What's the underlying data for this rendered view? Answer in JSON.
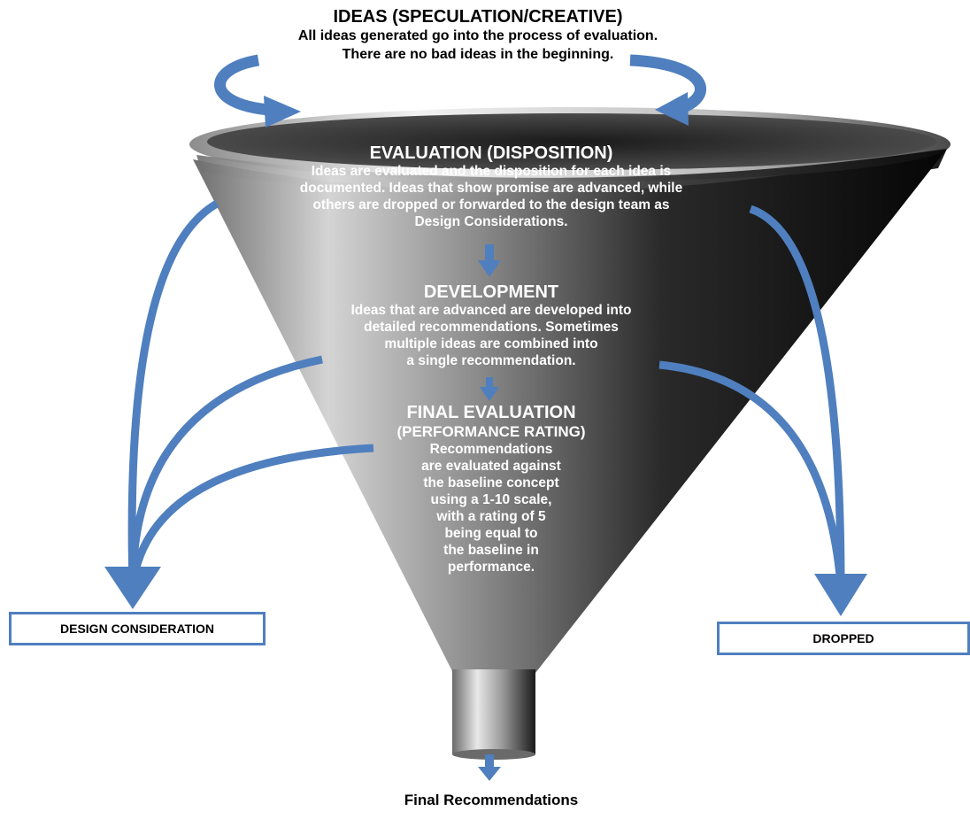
{
  "ideas": {
    "heading": "IDEAS (SPECULATION/CREATIVE)",
    "lines": [
      "All ideas generated go into the process of evaluation.",
      "There are no bad ideas in the beginning."
    ]
  },
  "evaluation": {
    "heading": "EVALUATION (DISPOSITION)",
    "lines": [
      "Ideas are evaluated and the disposition for each idea is",
      "documented. Ideas that show promise are advanced, while",
      "others are dropped or forwarded to the design team as",
      "Design Considerations."
    ]
  },
  "development": {
    "heading": "DEVELOPMENT",
    "lines": [
      "Ideas that are advanced are developed into",
      "detailed recommendations. Sometimes",
      "multiple ideas are combined into",
      "a single recommendation."
    ]
  },
  "final_evaluation": {
    "heading": "FINAL EVALUATION",
    "subheading": "(PERFORMANCE RATING)",
    "lines": [
      "Recommendations",
      "are evaluated against",
      "the baseline concept",
      "using a 1-10 scale,",
      "with a rating of 5",
      "being equal to",
      "the baseline in",
      "performance."
    ]
  },
  "boxes": {
    "design_consideration": "DESIGN CONSIDERATION",
    "dropped": "DROPPED"
  },
  "output_label": "Final Recommendations",
  "colors": {
    "arrow": "#4f7fbe",
    "box_border": "#4f7fbe",
    "funnel_light": "#d9d9d9",
    "funnel_dark": "#050505"
  }
}
